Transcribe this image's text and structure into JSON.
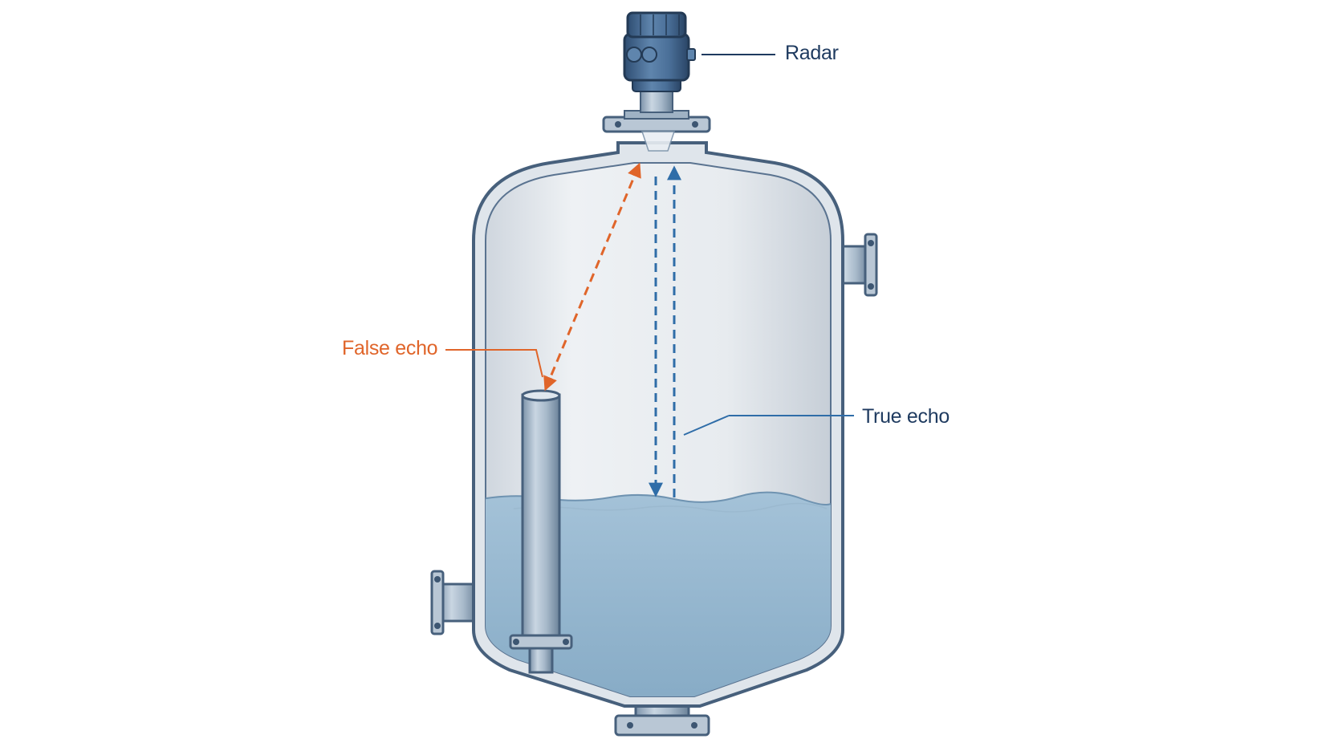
{
  "labels": {
    "radar": "Radar",
    "false_echo": "False echo",
    "true_echo": "True echo"
  },
  "colors": {
    "false_echo": "#e0652a",
    "true_echo": "#2f6da8",
    "label_dark": "#1e3a5f",
    "tank_outline": "#47607c",
    "liquid": "#8fb3cc"
  },
  "icons": [
    "radar-level-transmitter-icon",
    "tank-vessel-icon",
    "standpipe-obstruction-icon",
    "nozzle-flange-icon"
  ]
}
